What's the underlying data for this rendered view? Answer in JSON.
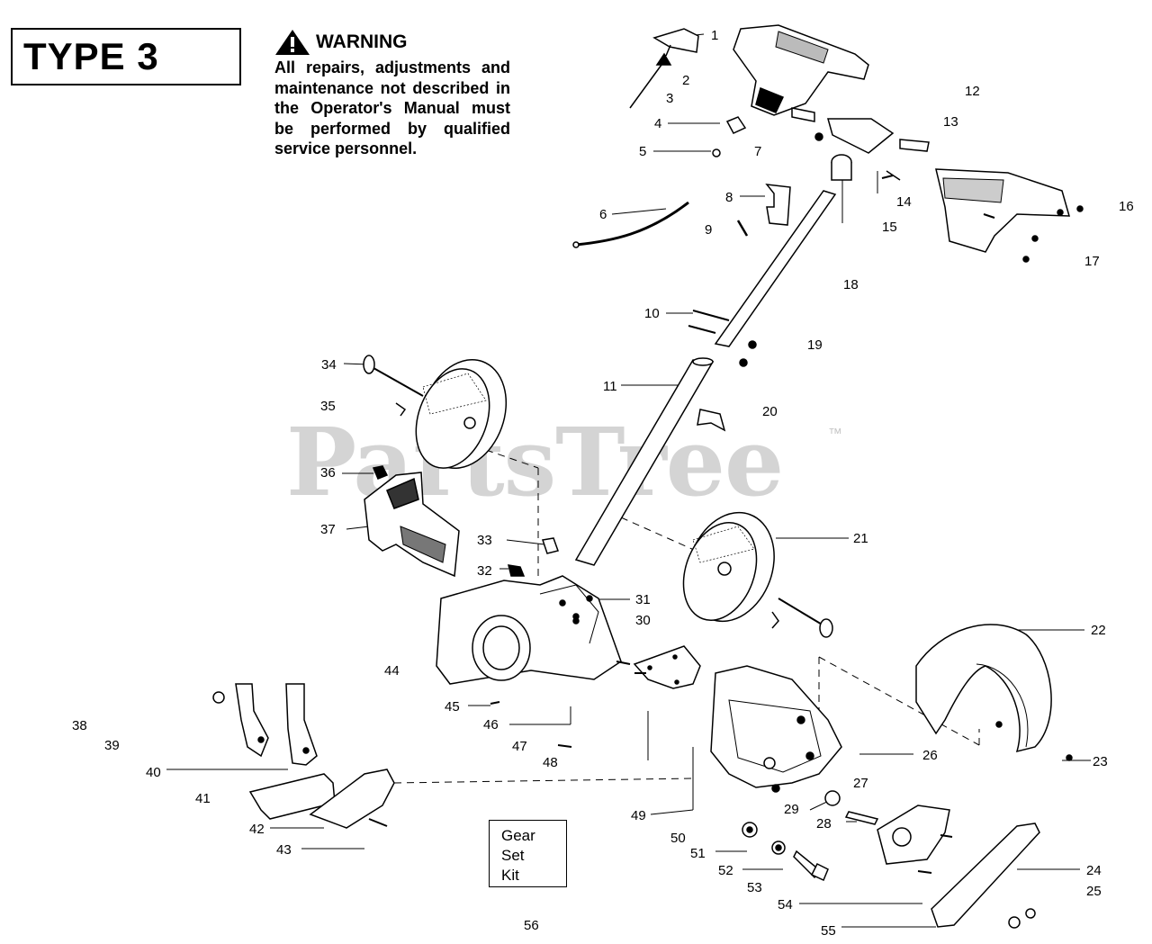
{
  "type_label": "TYPE 3",
  "warning": {
    "title": "WARNING",
    "body": "All repairs, adjustments and maintenance not described in the Operator's Manual must be performed by qualified service personnel."
  },
  "watermark": "PartsTree",
  "trademark": "™",
  "kit_box": "Gear\nSet\nKit",
  "callouts": [
    "1",
    "2",
    "3",
    "4",
    "5",
    "6",
    "7",
    "8",
    "9",
    "10",
    "11",
    "12",
    "13",
    "14",
    "15",
    "16",
    "17",
    "18",
    "19",
    "20",
    "21",
    "22",
    "23",
    "24",
    "25",
    "26",
    "27",
    "28",
    "29",
    "30",
    "31",
    "32",
    "33",
    "34",
    "35",
    "36",
    "37",
    "38",
    "39",
    "40",
    "41",
    "42",
    "43",
    "44",
    "45",
    "46",
    "47",
    "48",
    "49",
    "50",
    "51",
    "52",
    "53",
    "54",
    "55",
    "56"
  ]
}
